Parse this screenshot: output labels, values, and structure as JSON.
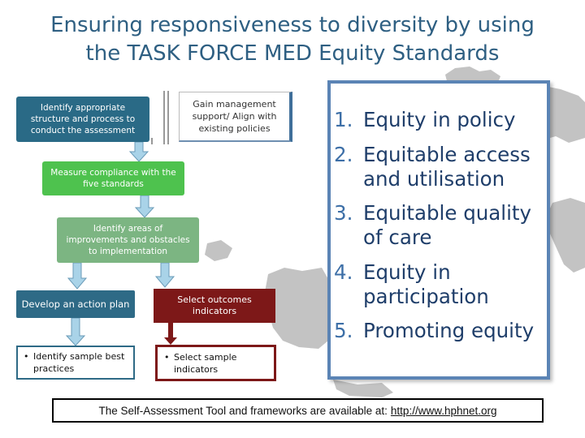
{
  "title": {
    "line1": "Ensuring responsiveness to diversity by using",
    "line2": "the TASK FORCE MED Equity Standards"
  },
  "flow": {
    "structure": "Identify appropriate structure and process to conduct the assessment",
    "management": "Gain management support/ Align with existing policies",
    "measure": "Measure compliance with the five standards",
    "identify_areas": "Identify areas of improvements and obstacles to implementation",
    "action_plan": "Develop an action plan",
    "select_outcomes": "Select outcomes indicators",
    "sample_best": "Identify sample best practices",
    "sample_indicators": "Select sample indicators",
    "bullet": "•"
  },
  "standards": [
    {
      "num": "1.",
      "line1": "Equity in policy",
      "line2": ""
    },
    {
      "num": "2.",
      "line1": "Equitable access",
      "line2": "and utilisation"
    },
    {
      "num": "3.",
      "line1": "Equitable quality",
      "line2": "of care"
    },
    {
      "num": "4.",
      "line1": "Equity in",
      "line2": "participation"
    },
    {
      "num": "5.",
      "line1": "Promoting equity",
      "line2": ""
    }
  ],
  "footer": {
    "text": "The Self-Assessment Tool and frameworks are available at:",
    "link": "http://www.hphnet.org"
  },
  "colors": {
    "title": "#2e5f82",
    "teal_box": "#2a6a86",
    "green_box": "#4ec24e",
    "light_green_box": "#7cb582",
    "maroon_box": "#7d1818",
    "panel_border": "#5b84b5",
    "map_grey": "#bdbdbd"
  }
}
